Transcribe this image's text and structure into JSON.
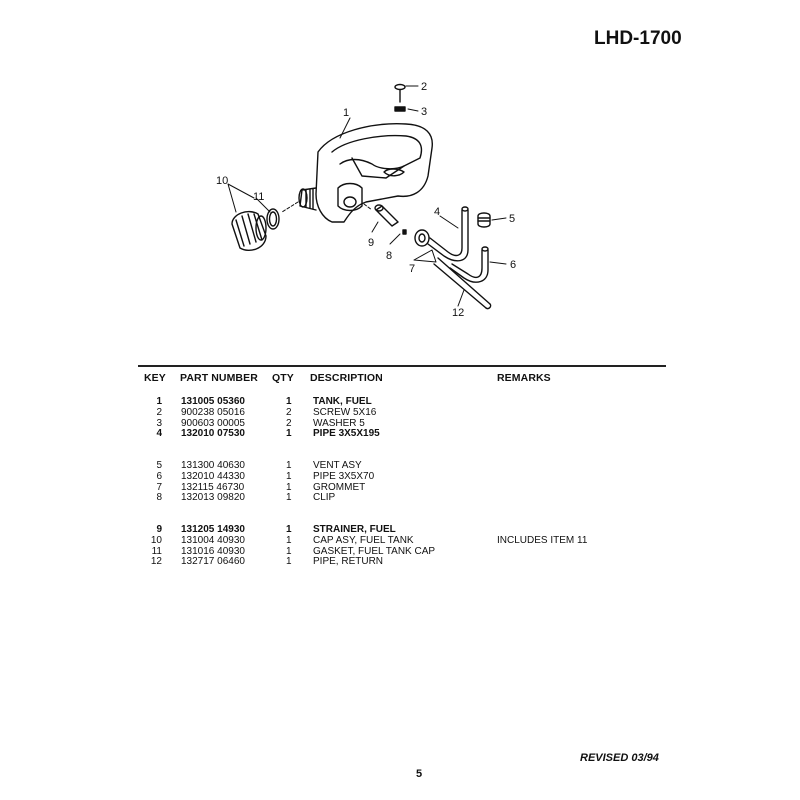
{
  "header": {
    "model": "LHD-1700"
  },
  "diagram": {
    "callouts": [
      "1",
      "2",
      "3",
      "4",
      "5",
      "6",
      "7",
      "8",
      "9",
      "10",
      "11",
      "12"
    ]
  },
  "table": {
    "columns": {
      "key": "KEY",
      "part_number": "PART NUMBER",
      "qty": "QTY",
      "description": "DESCRIPTION",
      "remarks": "REMARKS"
    },
    "groups": [
      [
        {
          "key": "1",
          "part_number": "131005 05360",
          "qty": "1",
          "description": "TANK, FUEL",
          "remarks": "",
          "bold": true
        },
        {
          "key": "2",
          "part_number": "900238 05016",
          "qty": "2",
          "description": "SCREW 5X16",
          "remarks": "",
          "bold": false
        },
        {
          "key": "3",
          "part_number": "900603 00005",
          "qty": "2",
          "description": "WASHER  5",
          "remarks": "",
          "bold": false
        },
        {
          "key": "4",
          "part_number": "132010 07530",
          "qty": "1",
          "description": "PIPE  3X5X195",
          "remarks": "",
          "bold": true
        }
      ],
      [
        {
          "key": "5",
          "part_number": "131300 40630",
          "qty": "1",
          "description": "VENT ASY",
          "remarks": "",
          "bold": false
        },
        {
          "key": "6",
          "part_number": "132010 44330",
          "qty": "1",
          "description": "PIPE  3X5X70",
          "remarks": "",
          "bold": false
        },
        {
          "key": "7",
          "part_number": "132115 46730",
          "qty": "1",
          "description": "GROMMET",
          "remarks": "",
          "bold": false
        },
        {
          "key": "8",
          "part_number": "132013 09820",
          "qty": "1",
          "description": "CLIP",
          "remarks": "",
          "bold": false
        }
      ],
      [
        {
          "key": "9",
          "part_number": "131205 14930",
          "qty": "1",
          "description": "STRAINER, FUEL",
          "remarks": "",
          "bold": true
        },
        {
          "key": "10",
          "part_number": "131004 40930",
          "qty": "1",
          "description": "CAP ASY, FUEL TANK",
          "remarks": "INCLUDES ITEM 11",
          "bold": false
        },
        {
          "key": "11",
          "part_number": "131016 40930",
          "qty": "1",
          "description": "GASKET, FUEL TANK CAP",
          "remarks": "",
          "bold": false
        },
        {
          "key": "12",
          "part_number": "132717 06460",
          "qty": "1",
          "description": "PIPE, RETURN",
          "remarks": "",
          "bold": false
        }
      ]
    ]
  },
  "footer": {
    "revised": "REVISED 03/94",
    "page": "5"
  }
}
